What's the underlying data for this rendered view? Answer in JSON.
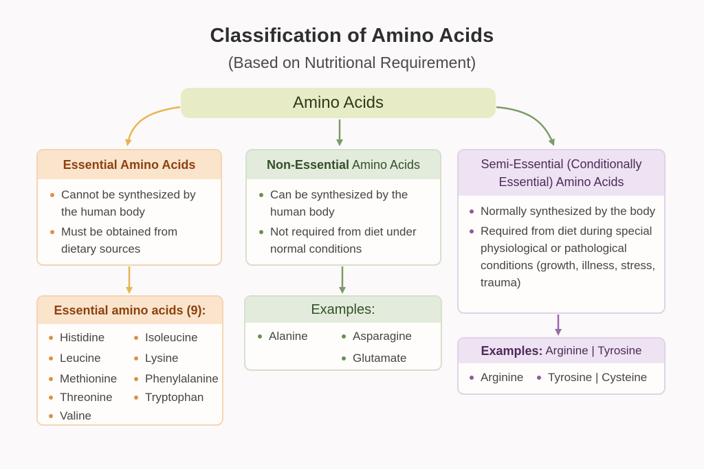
{
  "title": "Classification of Amino Acids",
  "subtitle": "(Based on Nutritional Requirement)",
  "root": "Amino Acids",
  "essential": {
    "header": "Essential Amino Acids",
    "points": [
      "Cannot be synthesized by the human body",
      "Must be obtained from dietary sources"
    ],
    "list_header": "Essential amino acids (9):",
    "list_col1": [
      "Histidine",
      "Leucine",
      "Methionine",
      "Threonine",
      "Valine"
    ],
    "list_col2": [
      "Isoleucine",
      "Lysine",
      "Phenylalanine",
      "Tryptophan"
    ]
  },
  "nonessential": {
    "header_bold": "Non-Essential",
    "header_rest": " Amino Acids",
    "points": [
      "Can be synthesized by the human body",
      "Not required from diet under normal conditions"
    ],
    "examples_header": "Examples:",
    "examples_col1": [
      "Alanine"
    ],
    "examples_col2": [
      "Asparagine",
      "Glutamate"
    ]
  },
  "semiessential": {
    "header": "Semi-Essential (Conditionally Essential) Amino Acids",
    "points": [
      "Normally synthesized by the body",
      "Required from diet during special physiological or pathological conditions (growth, illness, stress, trauma)"
    ],
    "examples_header_bold": "Examples:",
    "examples_header_rest": " Arginine | Tyrosine",
    "examples_item1": "Arginine",
    "examples_item2": "Tyrosine | Cysteine"
  },
  "colors": {
    "essential_accent": "#e9b450",
    "nonessential_accent": "#7d9a68",
    "semiessential_accent": "#9a6aa8"
  }
}
